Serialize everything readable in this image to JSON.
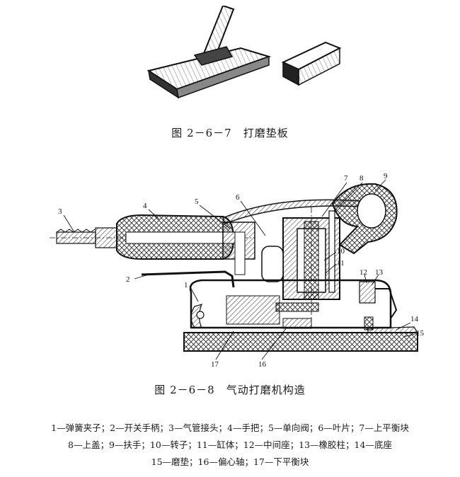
{
  "figure1": {
    "caption": "图 2－6－7　打磨垫板"
  },
  "figure2": {
    "caption": "图 2－6－8　气动打磨机构造",
    "callouts": [
      "1",
      "2",
      "3",
      "4",
      "5",
      "6",
      "7",
      "8",
      "9",
      "10",
      "11",
      "12",
      "13",
      "14",
      "15",
      "16",
      "17"
    ]
  },
  "legend": {
    "lines": [
      "1—弹簧夹子；2—开关手柄；3—气管接头；4—手把；5—单向阀；6—叶片；7—上平衡块",
      "8—上盖；9—扶手；10—转子；11—缸体；12—中间座；13—橡胶柱；14—底座",
      "15—磨垫；16—偏心轴；17—下平衡块"
    ]
  }
}
